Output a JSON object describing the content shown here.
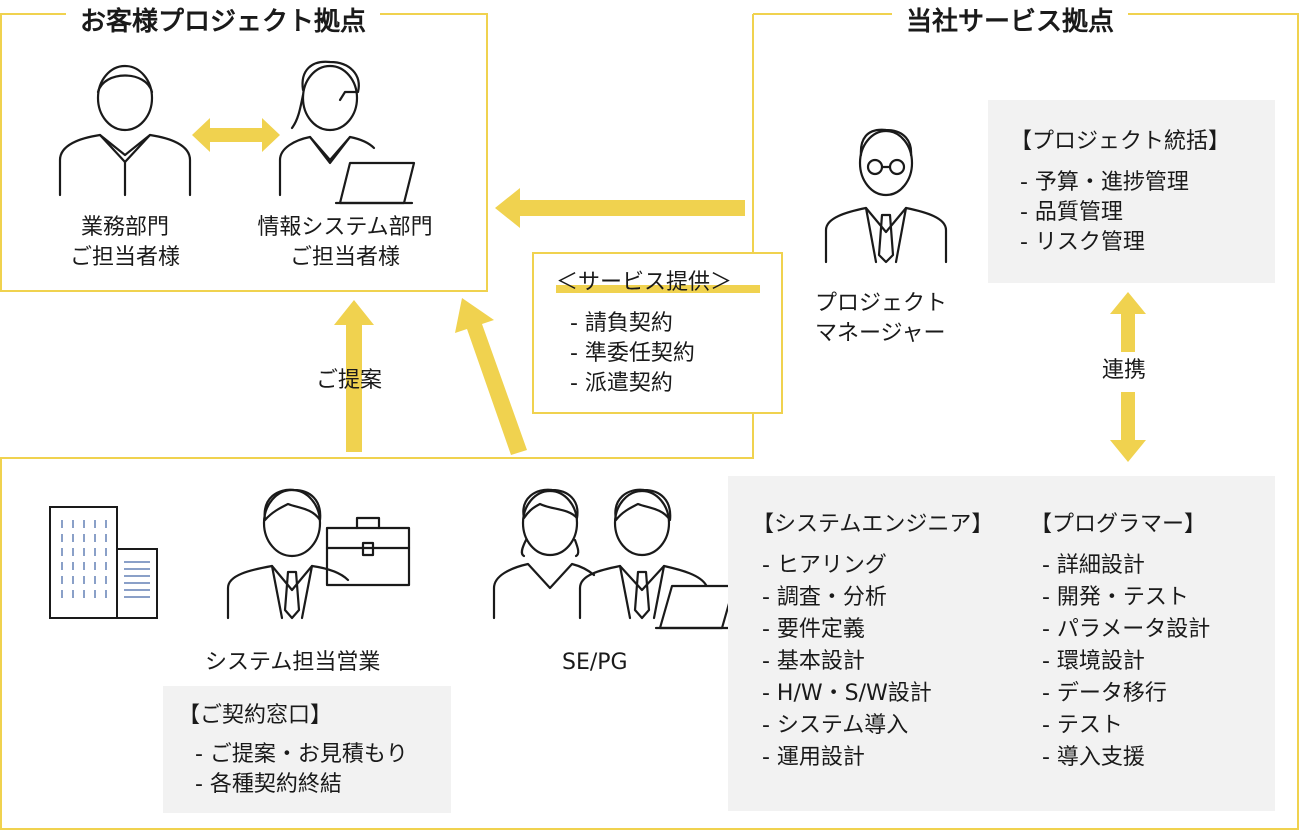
{
  "customer_site": {
    "title": "お客様プロジェクト拠点",
    "business_dept": [
      "業務部門",
      "ご担当者様"
    ],
    "it_dept": [
      "情報システム部門",
      "ご担当者様"
    ]
  },
  "our_site": {
    "title": "当社サービス拠点",
    "pm_label": [
      "プロジェクト",
      "マネージャー"
    ],
    "pm_box": {
      "title": "【プロジェクト統括】",
      "items": [
        "- 予算・進捗管理",
        "- 品質管理",
        "- リスク管理"
      ]
    },
    "collab_label": "連携"
  },
  "service": {
    "title": "＜サービス提供＞",
    "items": [
      "- 請負契約",
      "- 準委任契約",
      "- 派遣契約"
    ]
  },
  "proposal_label": "ご提案",
  "sales": {
    "label": "システム担当営業",
    "box_title": "【ご契約窓口】",
    "items": [
      "- ご提案・お見積もり",
      "- 各種契約終結"
    ]
  },
  "sepg": {
    "label": "SE/PG",
    "se": {
      "title": "【システムエンジニア】",
      "items": [
        "- ヒアリング",
        "- 調査・分析",
        "- 要件定義",
        "- 基本設計",
        "- H/W・S/W設計",
        "- システム導入",
        "- 運用設計"
      ]
    },
    "pg": {
      "title": "【プログラマー】",
      "items": [
        "- 詳細設計",
        "- 開発・テスト",
        "- パラメータ設計",
        "- 環境設計",
        "- データ移行",
        "- テスト",
        "- 導入支援"
      ]
    }
  },
  "colors": {
    "accent": "#f0d24f",
    "box_gray": "#f2f2f2",
    "line": "#1a1a1a"
  }
}
